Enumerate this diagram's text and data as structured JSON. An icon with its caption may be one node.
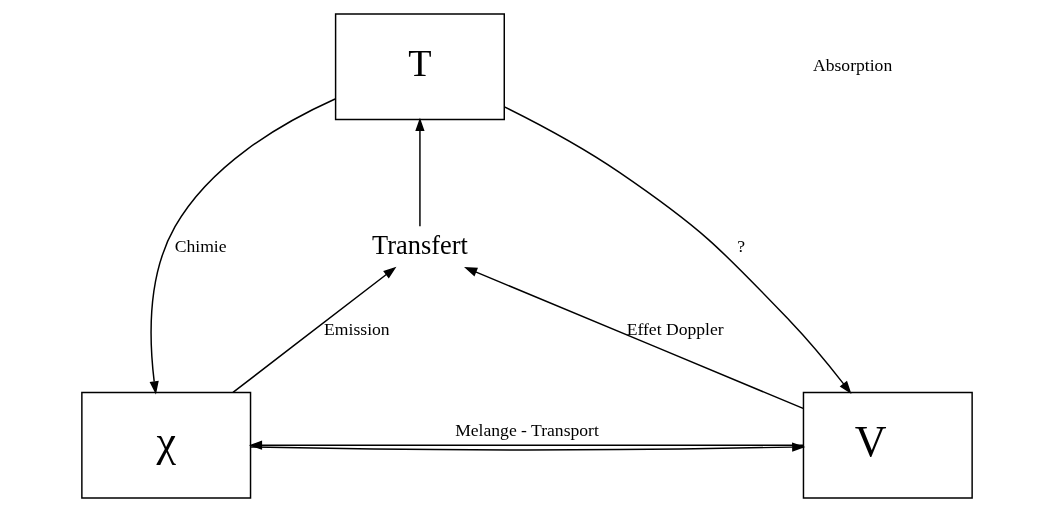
{
  "diagram": {
    "nodes": [
      {
        "text": [
          "T"
        ]
      },
      {
        "text": [
          "χ"
        ]
      },
      {
        "text": [
          "V⃗"
        ]
      },
      {
        "text": [
          "Transfert"
        ]
      }
    ],
    "edges": [
      {
        "from": 0,
        "to": 1,
        "arrow": "to",
        "label": "Chimie"
      },
      {
        "from": 0,
        "to": 2,
        "arrow": "to",
        "label": "?"
      },
      {
        "from": 3,
        "to": 0,
        "arrow": "to"
      },
      {
        "from": 1,
        "to": 3,
        "arrow": "to",
        "label": "Emission"
      },
      {
        "from": 2,
        "to": 3,
        "arrow": "to",
        "label": "Effet Doppler"
      },
      {
        "from": 1,
        "to": 2,
        "arrow": "to"
      },
      {
        "from": 2,
        "to": 1,
        "arrow": "to",
        "label": "Melange - Transport"
      }
    ],
    "labels": [
      "Absorption"
    ]
  }
}
